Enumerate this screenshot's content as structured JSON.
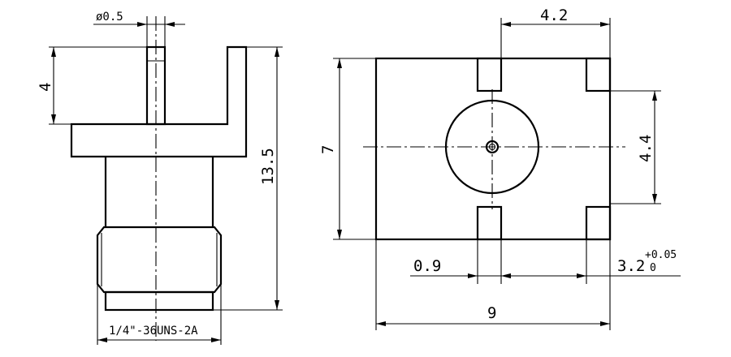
{
  "side_view": {
    "dimensions": {
      "pin_diameter": "ø0.5",
      "pin_height": "4",
      "total_height": "13.5",
      "thread_spec": "1/4\"-36UNS-2A"
    }
  },
  "top_view": {
    "dimensions": {
      "slot_offset": "4.2",
      "height": "7",
      "slot_spacing": "4.4",
      "slot_width": "0.9",
      "slot_position": "3.2",
      "tolerance_upper": "+0.05",
      "tolerance_lower": "0",
      "width": "9"
    }
  }
}
